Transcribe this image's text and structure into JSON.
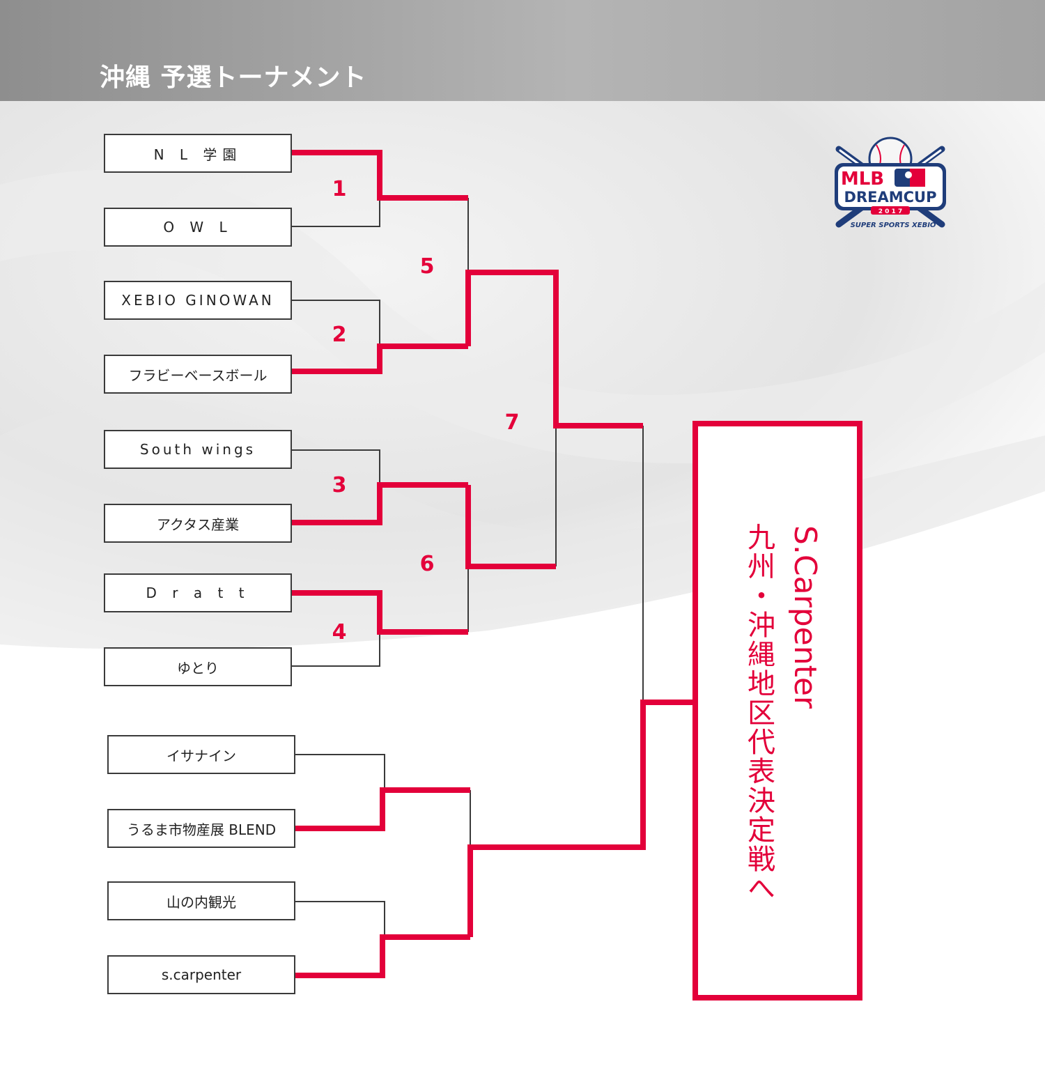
{
  "header": {
    "title": "沖縄 予選トーナメント"
  },
  "teams": [
    "N L 学園",
    "O W L",
    "XEBIO GINOWAN",
    "フラビーベースボール",
    "South wings",
    "アクタス産業",
    "D r a t t",
    "ゆとり",
    "イサナイン",
    "うるま市物産展 BLEND",
    "山の内観光",
    "s.carpenter"
  ],
  "games": [
    "1",
    "2",
    "3",
    "4",
    "5",
    "6",
    "7"
  ],
  "result": {
    "winner": "S.Carpenter",
    "note": "九州・沖縄地区代表決定戦へ"
  },
  "logo": {
    "line1": "MLB",
    "line2": "DREAMCUP",
    "year": "2 0 1 7",
    "sponsor": "SUPER SPORTS XEBIO"
  },
  "colors": {
    "win_line": "#e3003a",
    "lose_line": "#3a3a3a",
    "header_bg": "#9e9e9e"
  }
}
